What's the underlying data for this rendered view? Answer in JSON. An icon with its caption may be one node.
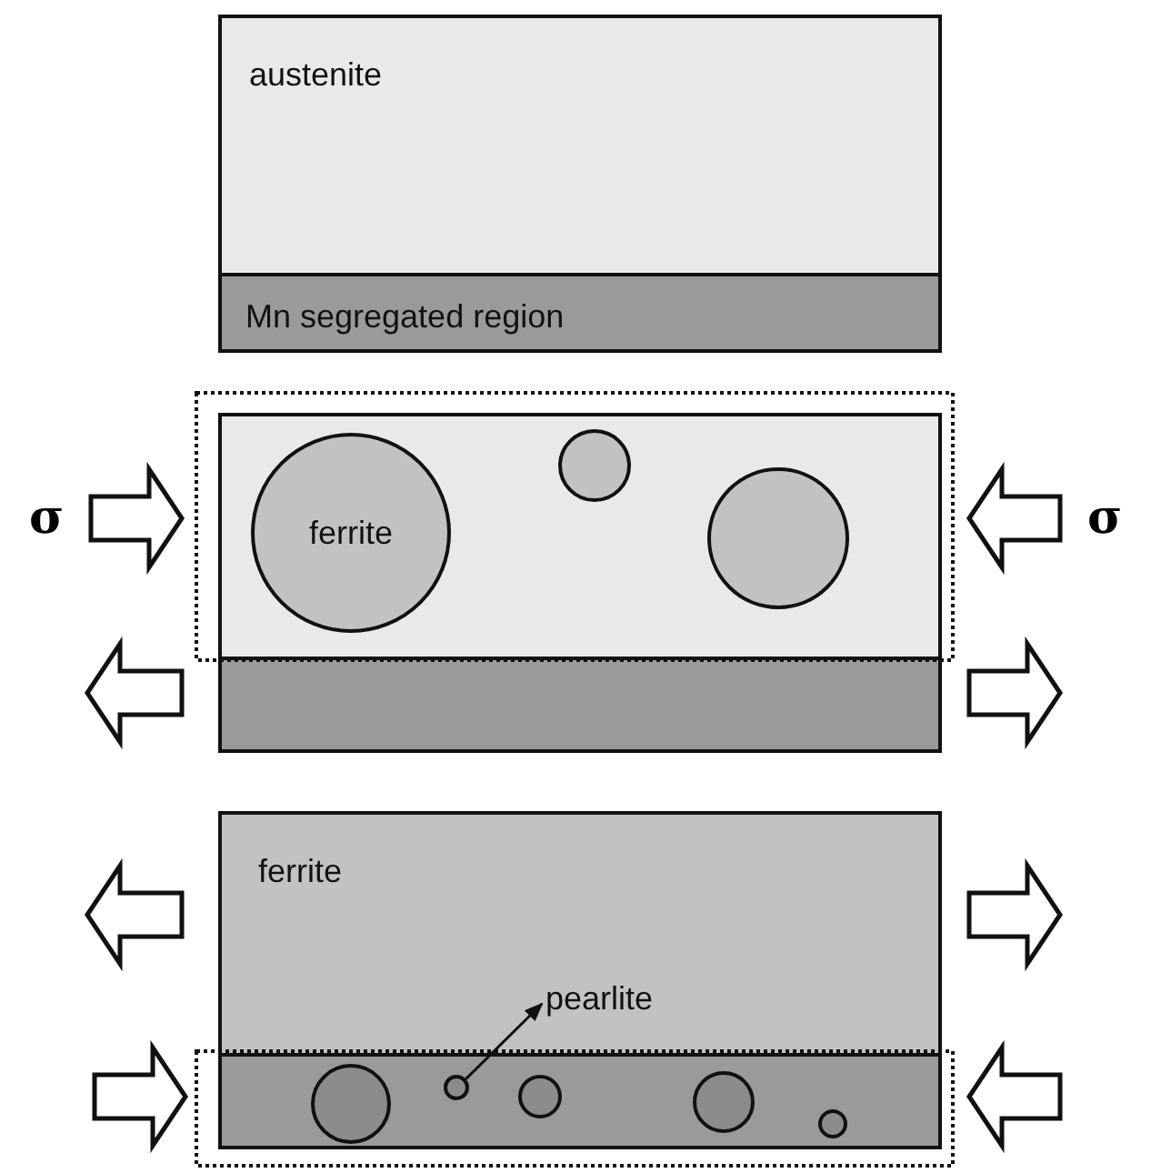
{
  "diagram": {
    "nodes": [
      {
        "text": [
          "austenite"
        ]
      },
      {
        "text": [
          "Mn segregated region"
        ]
      },
      {
        "text": [],
        "shape": "box"
      },
      {
        "text": [
          "ferrite"
        ],
        "in": 2
      },
      {
        "text": [],
        "shape": "circle",
        "in": 2
      },
      {
        "text": [],
        "shape": "circle",
        "in": 2
      },
      {
        "text": [],
        "shape": "box"
      },
      {
        "text": [
          "ferrite"
        ]
      },
      {
        "text": [
          "pearlite"
        ],
        "in": 7
      },
      {
        "text": [],
        "shape": "box"
      },
      {
        "text": [],
        "shape": "circle",
        "in": 9
      },
      {
        "text": [],
        "shape": "circle",
        "in": 9
      },
      {
        "text": [],
        "shape": "circle",
        "in": 9
      },
      {
        "text": [],
        "shape": "circle",
        "in": 9
      },
      {
        "text": [],
        "shape": "circle",
        "in": 9
      }
    ],
    "edges": [
      {
        "from": 11,
        "to": 8,
        "arrow": "to"
      }
    ],
    "labels": [
      "σ",
      "σ"
    ]
  }
}
